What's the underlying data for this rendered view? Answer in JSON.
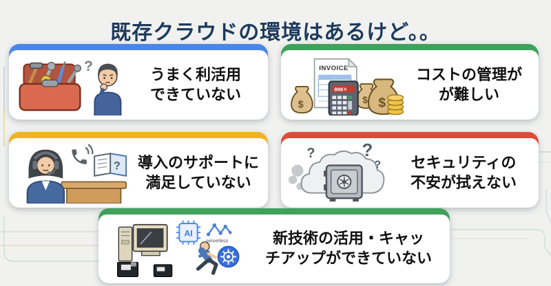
{
  "title": "既存クラウドの環境はあるけど。。",
  "colors": {
    "background": "#f1f2f0",
    "card_background": "#ffffff",
    "title_text": "#1c3a5c",
    "card_text": "#101010",
    "accent_blue": "#4a86e8",
    "accent_green": "#3fa15a",
    "accent_yellow": "#f0b51e",
    "accent_red": "#dd4b3b"
  },
  "cards": [
    {
      "name": "poor-utilization",
      "accent": "#4a86e8",
      "text": "うまく利活用\nできていない",
      "icon": "toolbox-thinking-person"
    },
    {
      "name": "cost-management",
      "accent": "#3fa15a",
      "text": "コストの管理が\nが難しい",
      "icon": "invoice-calculator-money"
    },
    {
      "name": "support-dissatisfaction",
      "accent": "#f0b51e",
      "text": "導入のサポートに\n満足していない",
      "icon": "call-center-operator"
    },
    {
      "name": "security-concern",
      "accent": "#dd4b3b",
      "text": "セキュリティの\n不安が拭えない",
      "icon": "safe-in-cloud"
    },
    {
      "name": "new-tech-catchup",
      "accent": "#3fa15a",
      "text": "新技術の活用・キャッ\nチアップができていない",
      "icon": "legacy-computer-new-tech"
    }
  ],
  "labels": {
    "invoice": "INVOICE",
    "calc_display": "888✕",
    "dollar": "$",
    "ai": "AI",
    "serverless": "serverless",
    "question": "?"
  }
}
